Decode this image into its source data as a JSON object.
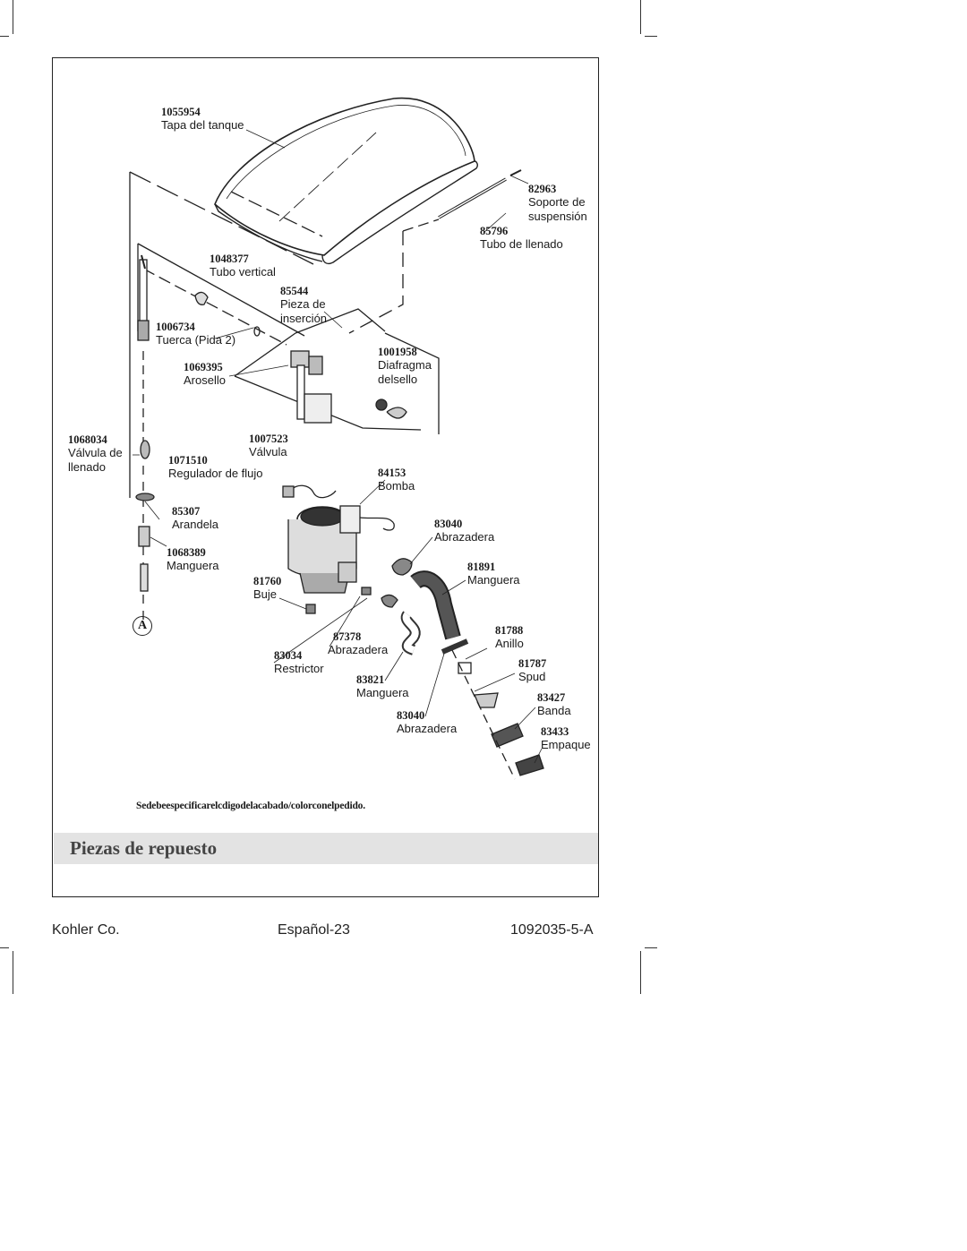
{
  "parts": [
    {
      "number": "1055954",
      "name": "Tapa del tanque"
    },
    {
      "number": "82963",
      "name": "Soporte de suspensión"
    },
    {
      "number": "85796",
      "name": "Tubo de llenado"
    },
    {
      "number": "1048377",
      "name": "Tubo vertical"
    },
    {
      "number": "85544",
      "name": "Pieza de inserción"
    },
    {
      "number": "1006734",
      "name": "Tuerca (Pida 2)"
    },
    {
      "number": "1001958",
      "name": "Diafragma del sello"
    },
    {
      "number": "1069395",
      "name": "Arosello"
    },
    {
      "number": "1068034",
      "name": "Válvula de llenado"
    },
    {
      "number": "1007523",
      "name": "Válvula"
    },
    {
      "number": "1071510",
      "name": "Regulador de flujo"
    },
    {
      "number": "84153",
      "name": "Bomba"
    },
    {
      "number": "85307",
      "name": "Arandela"
    },
    {
      "number": "83040",
      "name": "Abrazadera"
    },
    {
      "number": "1068389",
      "name": "Manguera"
    },
    {
      "number": "81891",
      "name": "Manguera"
    },
    {
      "number": "81760",
      "name": "Buje"
    },
    {
      "number": "81788",
      "name": "Anillo"
    },
    {
      "number": "87378",
      "name": "Abrazadera"
    },
    {
      "number": "83034",
      "name": "Restrictor"
    },
    {
      "number": "81787",
      "name": "Spud"
    },
    {
      "number": "83821",
      "name": "Manguera"
    },
    {
      "number": "83427",
      "name": "Banda"
    },
    {
      "number": "83040",
      "name": "Abrazadera"
    },
    {
      "number": "83433",
      "name": "Empaque"
    }
  ],
  "labels": {
    "p1055954": {
      "num": "1055954",
      "desc": "Tapa del tanque"
    },
    "p82963": {
      "num": "82963",
      "desc1": "Soporte de",
      "desc2": "suspensión"
    },
    "p85796": {
      "num": "85796",
      "desc": "Tubo de llenado"
    },
    "p1048377": {
      "num": "1048377",
      "desc": "Tubo vertical"
    },
    "p85544": {
      "num": "85544",
      "desc1": "Pieza de",
      "desc2": "inserción"
    },
    "p1006734": {
      "num": "1006734",
      "desc": "Tuerca (Pida 2)"
    },
    "p1001958": {
      "num": "1001958",
      "desc1": "Diafragma",
      "desc2": "delsello"
    },
    "p1069395": {
      "num": "1069395",
      "desc": "Arosello"
    },
    "p1068034": {
      "num": "1068034",
      "desc1": "Válvula de",
      "desc2": "llenado"
    },
    "p1007523": {
      "num": "1007523",
      "desc": "Válvula"
    },
    "p1071510": {
      "num": "1071510",
      "desc": "Regulador de flujo"
    },
    "p84153": {
      "num": "84153",
      "desc": "Bomba"
    },
    "p85307": {
      "num": "85307",
      "desc": "Arandela"
    },
    "p83040a": {
      "num": "83040",
      "desc": "Abrazadera"
    },
    "p1068389": {
      "num": "1068389",
      "desc": "Manguera"
    },
    "p81891": {
      "num": "81891",
      "desc": "Manguera"
    },
    "p81760": {
      "num": "81760",
      "desc": "Buje"
    },
    "p81788": {
      "num": "81788",
      "desc": "Anillo"
    },
    "p87378": {
      "num": "87378",
      "desc": "Abrazadera"
    },
    "p83034": {
      "num": "83034",
      "desc": "Restrictor"
    },
    "p81787": {
      "num": "81787",
      "desc": "Spud"
    },
    "p83821": {
      "num": "83821",
      "desc": "Manguera"
    },
    "p83427": {
      "num": "83427",
      "desc": "Banda"
    },
    "p83040b": {
      "num": "83040",
      "desc": "Abrazadera"
    },
    "p83433": {
      "num": "83433",
      "desc": "Empaque"
    }
  },
  "callout_letter": "A",
  "note": "Sedebeespecificarelcdigodelacabado/colorconelpedido.",
  "section_title": "Piezas de repuesto",
  "footer": {
    "left": "Kohler Co.",
    "center": "Español-23",
    "right": "1092035-5-A"
  }
}
